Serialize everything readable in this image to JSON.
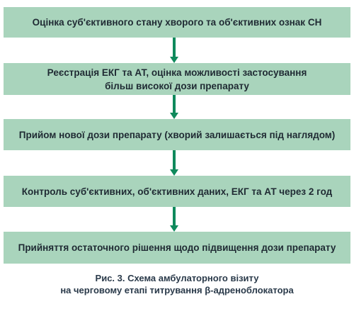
{
  "steps": [
    {
      "lines": [
        "Оцінка суб'єктивного стану хворого та об'єктивних ознак СН"
      ]
    },
    {
      "lines": [
        "Реєстрація ЕКГ та АТ, оцінка можливості застосування",
        "більш високої дози препарату"
      ]
    },
    {
      "lines": [
        "Прийом нової дози препарату (хворий залишається під наглядом)"
      ]
    },
    {
      "lines": [
        "Контроль суб'єктивних, об'єктивних даних, ЕКГ та АТ через 2 год"
      ]
    },
    {
      "lines": [
        "Прийняття остаточного рішення щодо підвищення дози препарату"
      ]
    }
  ],
  "caption": {
    "line1": "Рис. 3. Схема амбулаторного візиту",
    "line2": "на черговому етапі титрування β-адреноблокатора"
  },
  "colors": {
    "box_fill": "#a9d4bc",
    "arrow": "#0f8a5c",
    "text": "#1f2a33"
  }
}
